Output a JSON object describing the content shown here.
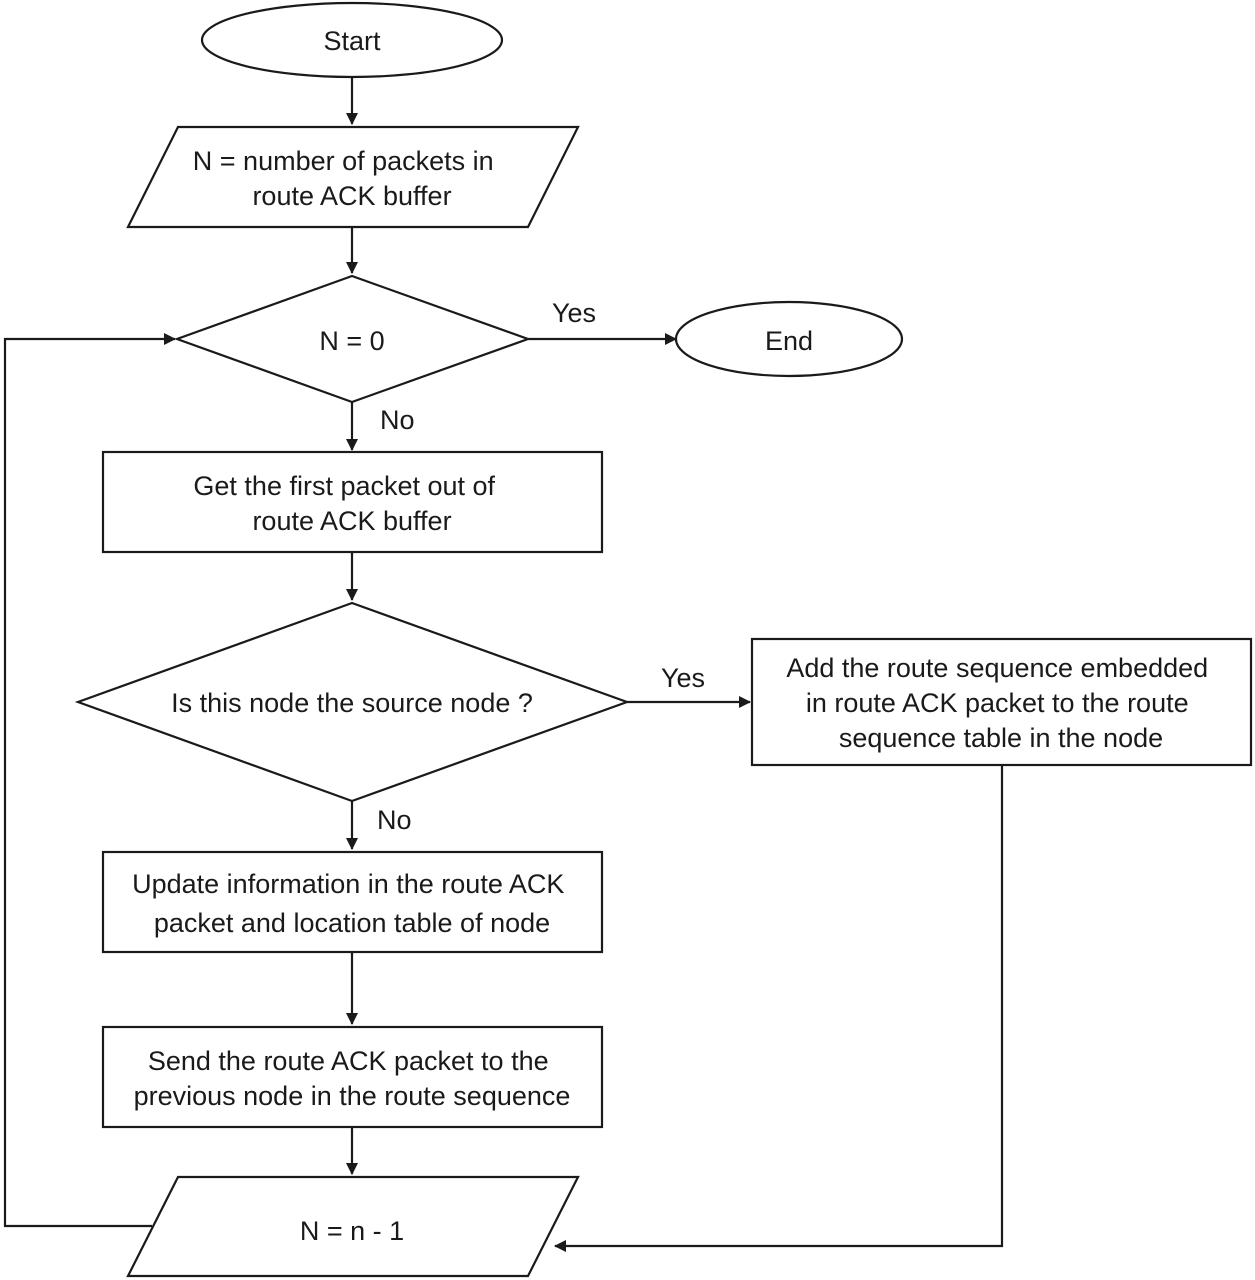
{
  "nodes": {
    "start": {
      "lines": [
        "Start"
      ]
    },
    "input_n": {
      "lines": [
        "N = number of packets in",
        "route ACK buffer"
      ]
    },
    "check_n_zero": {
      "lines": [
        "N = 0"
      ]
    },
    "end": {
      "lines": [
        "End"
      ]
    },
    "get_first_packet": {
      "lines": [
        "Get the first packet out of",
        "route ACK buffer"
      ]
    },
    "is_source_node": {
      "lines": [
        "Is this node the source node ?"
      ]
    },
    "add_route_sequence": {
      "lines": [
        "Add the route sequence embedded",
        "in route ACK packet to the route",
        "sequence table in the node"
      ]
    },
    "update_information": {
      "lines": [
        "Update information in the route ACK",
        "packet and location table of node"
      ]
    },
    "send_route_ack": {
      "lines": [
        "Send the route ACK packet to the",
        "previous node in the route sequence"
      ]
    },
    "decrement_n": {
      "lines": [
        "N = n - 1"
      ]
    }
  },
  "edge_labels": {
    "n_zero_yes": "Yes",
    "n_zero_no": "No",
    "source_yes": "Yes",
    "source_no": "No"
  }
}
